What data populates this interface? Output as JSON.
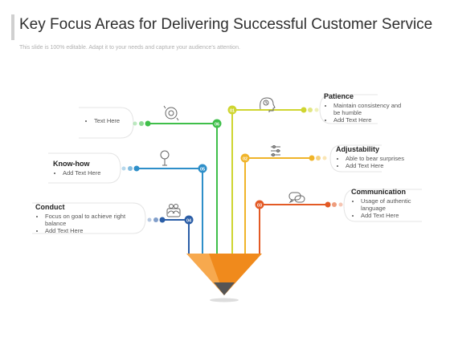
{
  "title": "Key Focus Areas for Delivering Successful Customer Service",
  "subtitle": "This slide is 100% editable. Adapt it to your needs and capture your audience's attention.",
  "colors": {
    "green": "#3fbf4a",
    "blue": "#2e8fc9",
    "navy": "#2b5ea7",
    "lime": "#cfd530",
    "gold": "#f0b429",
    "orange": "#e35a25",
    "pencil_body": "#f08a1c",
    "pencil_tip": "#555555",
    "card_border": "#e4e4e4"
  },
  "items": {
    "text_here": {
      "number": "06",
      "title": "",
      "bullets": [
        "Text Here"
      ],
      "icon": "gear-cycle-icon"
    },
    "know_how": {
      "number": "05",
      "title": "Know-how",
      "bullets": [
        "Add Text Here"
      ],
      "icon": "lightbulb-icon"
    },
    "conduct": {
      "number": "04",
      "title": "Conduct",
      "bullets": [
        "Focus on goal to achieve right balance",
        "Add Text Here"
      ],
      "icon": "team-icon"
    },
    "patience": {
      "number": "01",
      "title": "Patience",
      "bullets": [
        "Maintain consistency and be humble",
        "Add Text Here"
      ],
      "icon": "head-clock-icon"
    },
    "adjustability": {
      "number": "02",
      "title": "Adjustability",
      "bullets": [
        "Able to bear surprises",
        "Add Text Here"
      ],
      "icon": "sliders-icon"
    },
    "communication": {
      "number": "03",
      "title": "Communication",
      "bullets": [
        "Usage of authentic language",
        "Add Text Here"
      ],
      "icon": "chat-bubbles-icon"
    }
  }
}
